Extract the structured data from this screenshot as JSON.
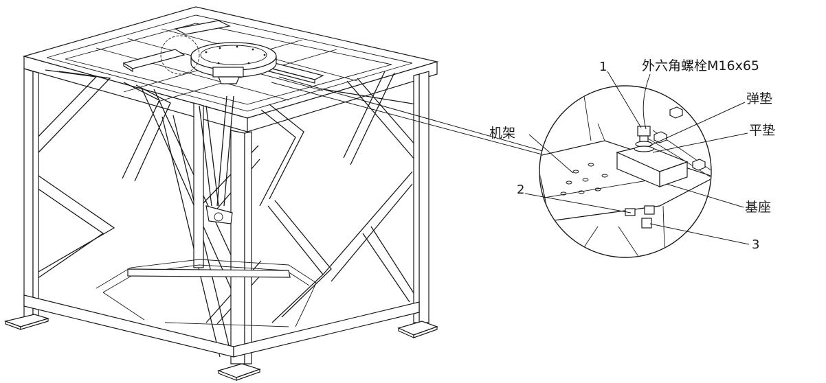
{
  "callouts": {
    "item_1": "1",
    "item_2": "2",
    "item_3": "3",
    "bolt": "外六角螺栓M16x65",
    "spring_washer": "弹垫",
    "flat_washer": "平垫",
    "frame": "机架",
    "base": "基座"
  },
  "colors": {
    "line": "#1a1a1a",
    "background": "#ffffff"
  }
}
